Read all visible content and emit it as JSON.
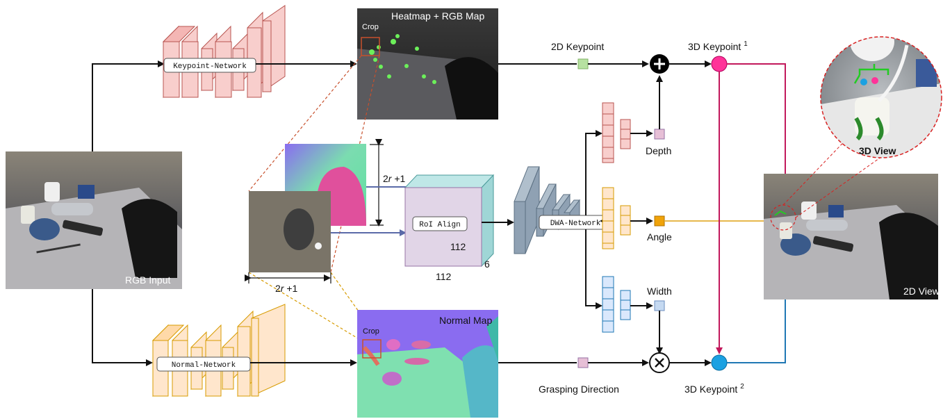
{
  "networks": {
    "keypoint": "Keypoint-Network",
    "normal": "Normal-Network",
    "dwa": "DWA-Network",
    "roi_align": "RoI Align"
  },
  "images": {
    "rgb_input": "RGB Input",
    "heatmap": "Heatmap + RGB Map",
    "normal_map": "Normal Map",
    "view_2d": "2D View",
    "view_3d": "3D View",
    "crop_top": "Crop",
    "crop_bottom": "Crop"
  },
  "labels": {
    "keypoint_2d": "2D Keypoint",
    "keypoint_3d_1": "3D Keypoint",
    "keypoint_3d_1_sup": "1",
    "keypoint_3d_2": "3D Keypoint",
    "keypoint_3d_2_sup": "2",
    "depth": "Depth",
    "angle": "Angle",
    "width": "Width",
    "grasping_direction": "Grasping Direction"
  },
  "dimensions": {
    "crop_side_r": "r",
    "crop_side_expr": " +1",
    "crop_side_prefix": "2",
    "roi_h": "112",
    "roi_w": "112",
    "roi_d": "6"
  },
  "colors": {
    "keypoint_net": "#f8cecc",
    "normal_net": "#ffe6cc",
    "dwa_net": "#8fa1b3",
    "roi": "#e1d5e7",
    "roi_side": "#9fd6d6",
    "depth": "#f8cecc",
    "angle": "#ffe6cc",
    "width": "#dae8fc",
    "keypoint1": "#ff3399",
    "keypoint2": "#1ba1e2",
    "arrow_red": "#c2185b",
    "arrow_blue": "#1f77b4",
    "arrow_yellow": "#e6b84d"
  }
}
